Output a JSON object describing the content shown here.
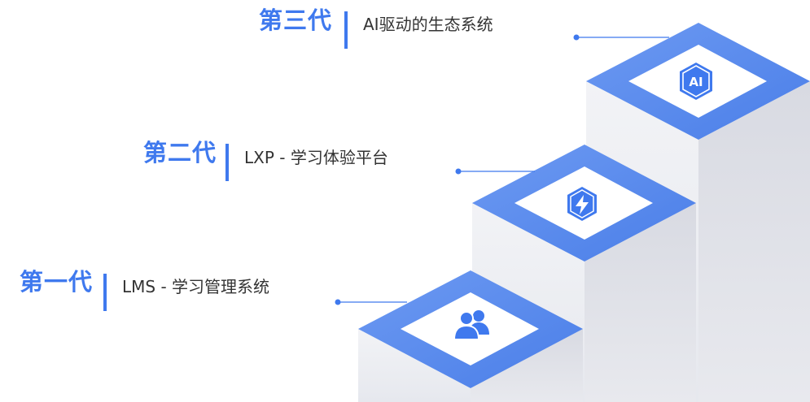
{
  "generations": [
    {
      "title": "第三代",
      "desc": "AI驱动的生态系统",
      "icon": "ai-chip-icon",
      "icon_text": "AI"
    },
    {
      "title": "第二代",
      "desc": "LXP - 学习体验平台",
      "icon": "lightning-bolt-icon"
    },
    {
      "title": "第一代",
      "desc": "LMS - 学习管理系统",
      "icon": "users-icon"
    }
  ],
  "colors": {
    "accent": "#3f79ee",
    "step_top": "#5b8def",
    "step_inner": "#ffffff",
    "step_left": "#eeeff3",
    "step_right": "#d9dbe2",
    "text": "#333333"
  }
}
